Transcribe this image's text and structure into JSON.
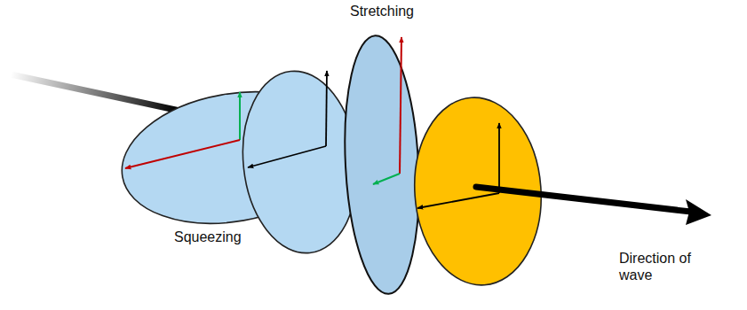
{
  "diagram": {
    "labels": [
      "Stretching",
      "Squeezing",
      "Direction of wave"
    ]
  }
}
